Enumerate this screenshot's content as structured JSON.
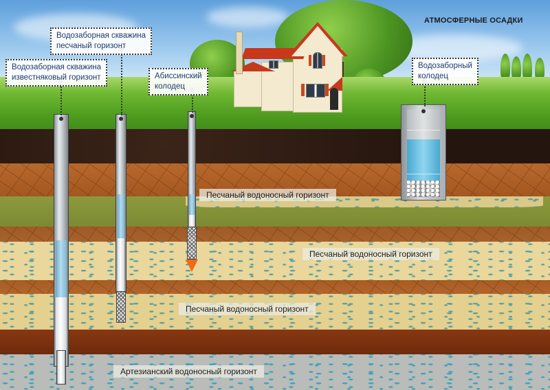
{
  "title": "АТМОСФЕРНЫЕ ОСАДКИ",
  "callouts": [
    {
      "id": "limestone-borehole",
      "line1": "Водозаборная скважина",
      "line2": "известняковый горизонт"
    },
    {
      "id": "sand-borehole",
      "line1": "Водозаборная скважина",
      "line2": "песчаный горизонт"
    },
    {
      "id": "abyssinian-well",
      "line1": "Абиссинский",
      "line2": "колодец"
    },
    {
      "id": "dug-well",
      "line1": "Водозаборный",
      "line2": "колодец"
    }
  ],
  "layer_labels": {
    "sand_upper": "Песчаный водоносный горизонт",
    "sand_middle": "Песчаный водоносный горизонт",
    "sand_lower": "Песчаный водоносный горизонт",
    "artesian": "Артезианский водоносный горизонт"
  },
  "colors": {
    "callout_text": "#1e3a6a",
    "water": "#8ed6f0",
    "cone_tip": "#f26a12",
    "grass": "#4f9c1f",
    "topsoil": "#24150e",
    "clay": "#b96a2e",
    "sand": "#e9d79c",
    "artesian": "#b9bcb8"
  },
  "icons": {
    "house": "house-icon",
    "tree": "tree-icon",
    "well_filter": "mesh-filter-icon",
    "drill_tip": "cone-tip-icon"
  }
}
